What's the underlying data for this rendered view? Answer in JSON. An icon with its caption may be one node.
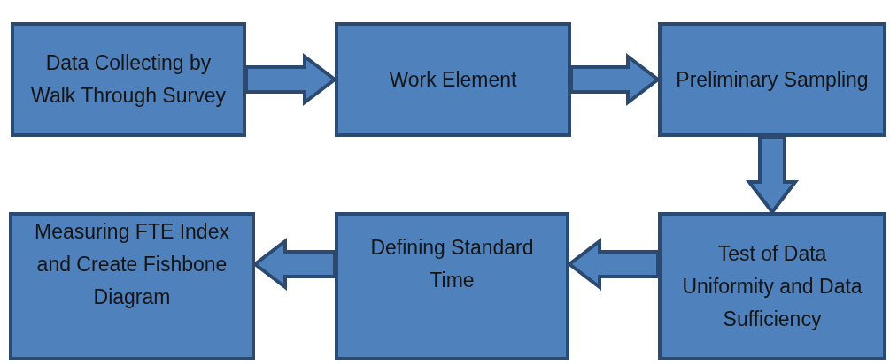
{
  "diagram": {
    "nodes": [
      {
        "text": [
          "Data Collecting by Walk Through Survey"
        ]
      },
      {
        "text": [
          "Work Element"
        ]
      },
      {
        "text": [
          "Preliminary Sampling"
        ]
      },
      {
        "text": [
          "Test of Data Uniformity and Data Sufficiency"
        ]
      },
      {
        "text": [
          "Defining Standard Time"
        ]
      },
      {
        "text": [
          "Measuring FTE Index and Create Fishbone Diagram"
        ]
      }
    ],
    "edges": [
      {
        "from": 0,
        "to": 1,
        "arrow": "to"
      },
      {
        "from": 1,
        "to": 2,
        "arrow": "to"
      },
      {
        "from": 2,
        "to": 3,
        "arrow": "to"
      },
      {
        "from": 3,
        "to": 4,
        "arrow": "to"
      },
      {
        "from": 4,
        "to": 5,
        "arrow": "to"
      }
    ]
  }
}
